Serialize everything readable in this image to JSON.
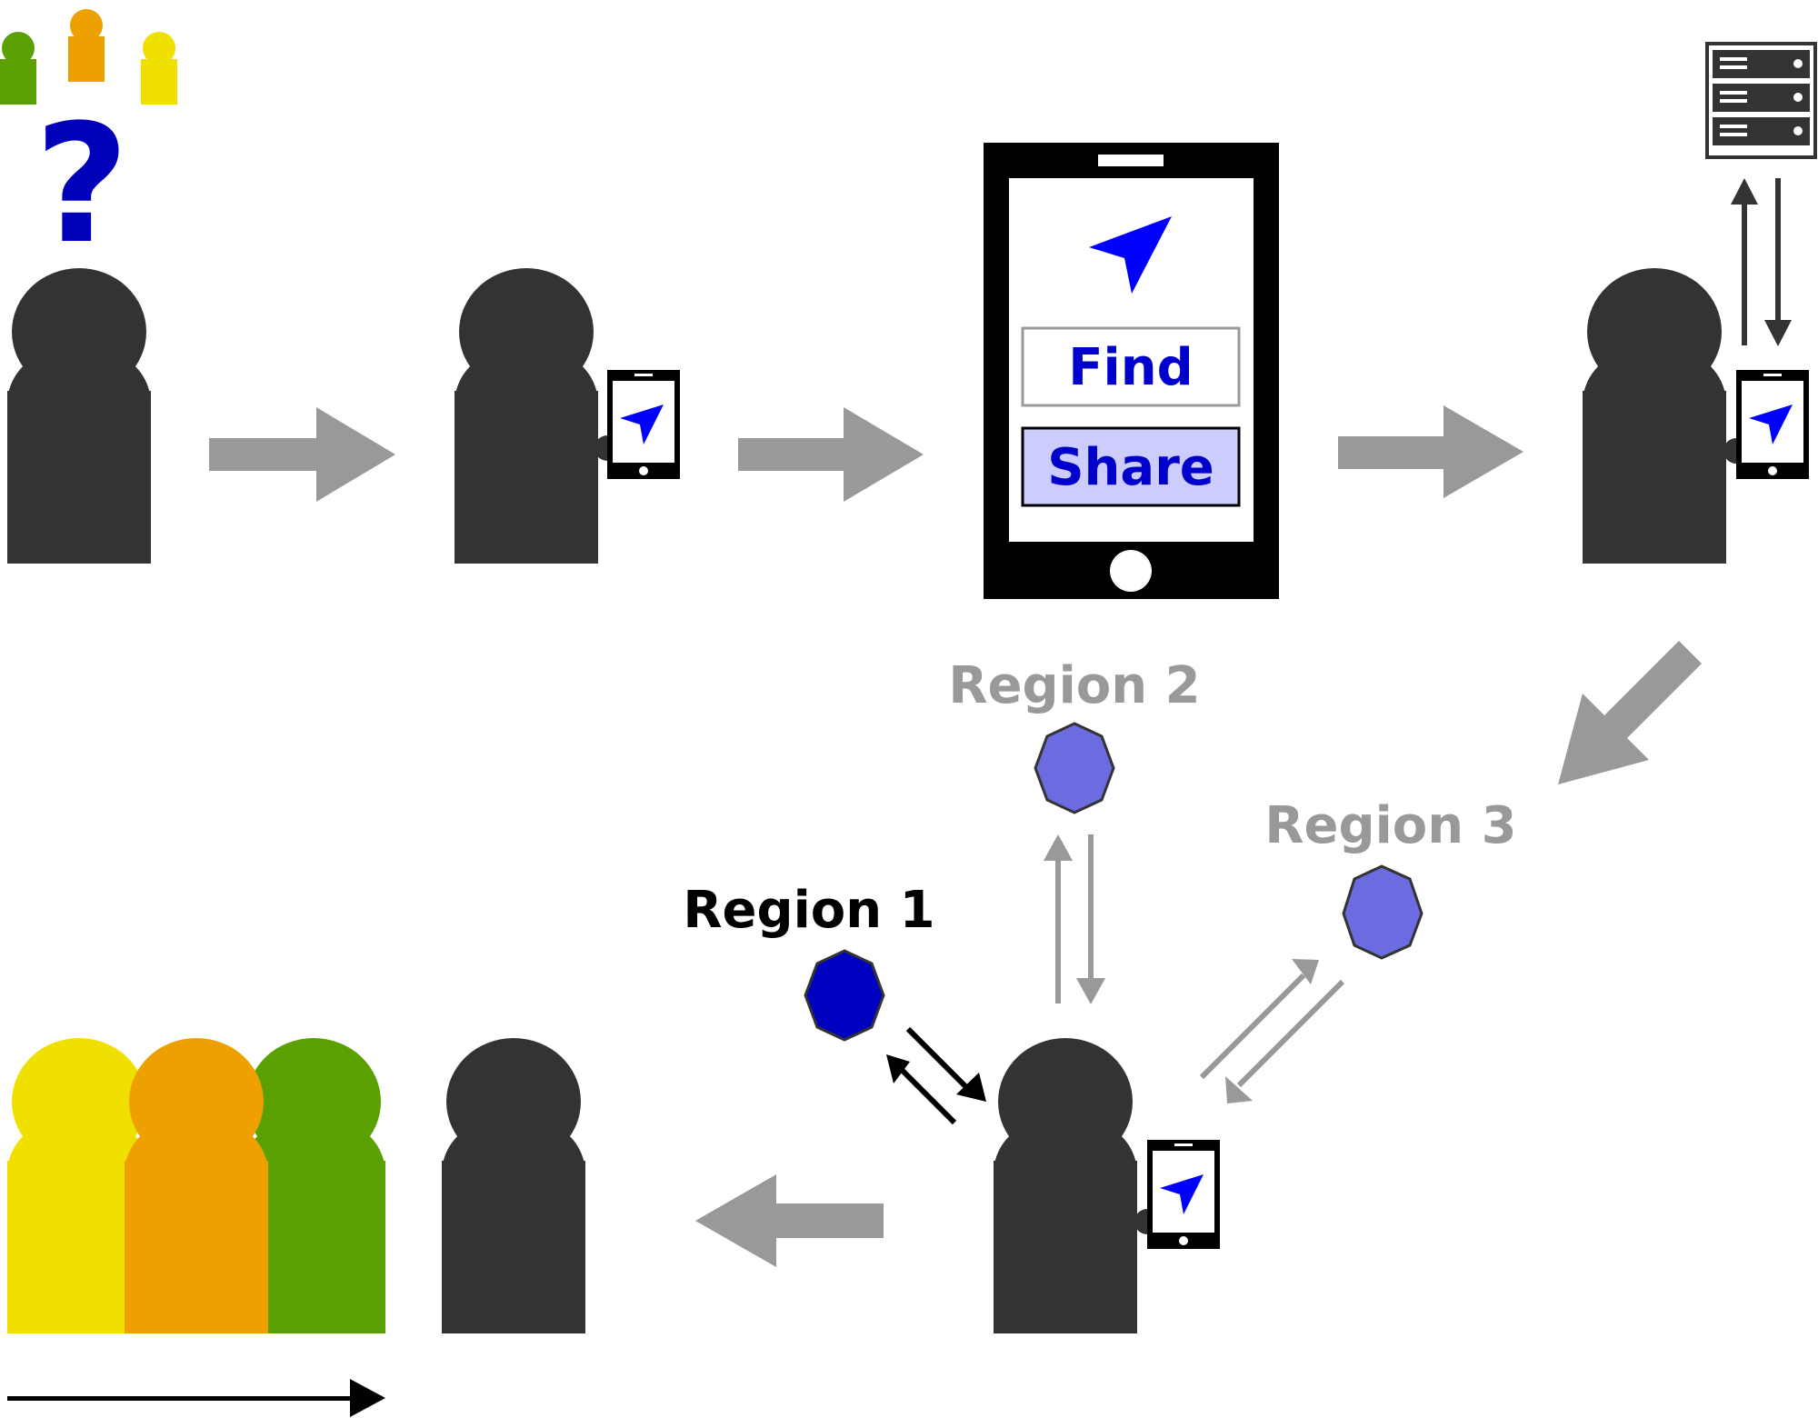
{
  "phone_screen": {
    "find_label": "Find",
    "share_label": "Share"
  },
  "regions": [
    {
      "label": "Region 1",
      "label_color": "#000000",
      "fill": "#0000c0"
    },
    {
      "label": "Region 2",
      "label_color": "#999999",
      "fill": "#6c6ce0"
    },
    {
      "label": "Region 3",
      "label_color": "#999999",
      "fill": "#6c6ce0"
    }
  ],
  "colors": {
    "person": "#333333",
    "flow_arrow": "#999999",
    "nav_arrow": "#0000ff",
    "question_mark": "#0000bb",
    "button_text": "#0000cc",
    "share_button_fill": "#ccccff",
    "crowd_yellow": "#f0e000",
    "crowd_orange": "#eda000",
    "crowd_green": "#5aa000"
  },
  "icons": [
    "question-mark-icon",
    "person-icon",
    "smartphone-icon",
    "navigation-arrow-icon",
    "server-rack-icon",
    "hexagon-beacon-icon"
  ]
}
